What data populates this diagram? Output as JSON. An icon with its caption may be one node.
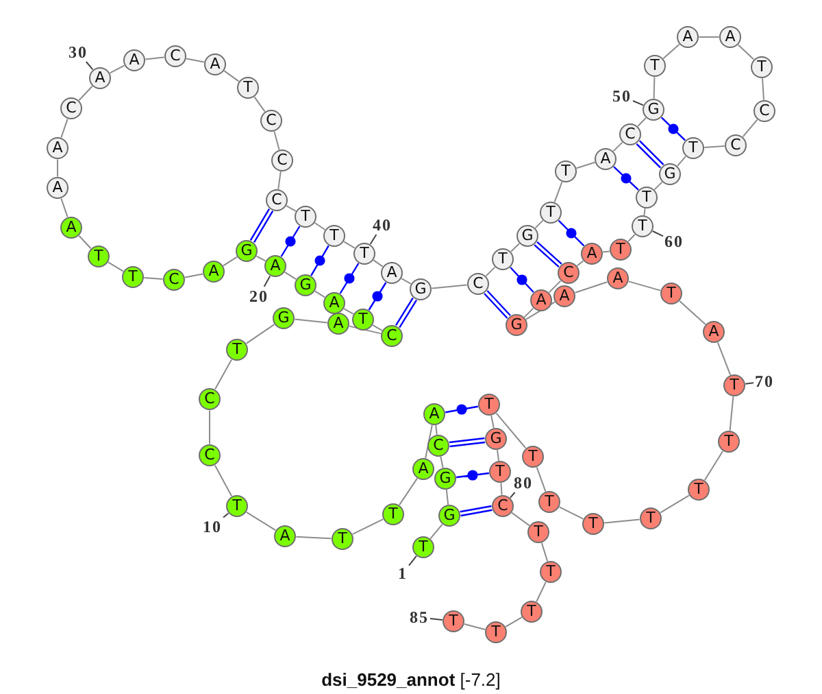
{
  "diagram": {
    "caption": "**dsi_9529_annot** [-7.2]",
    "nodes": [
      {
        "text": [
          "T"
        ]
      },
      {
        "text": [
          "G"
        ]
      },
      {
        "text": [
          "G"
        ]
      },
      {
        "text": [
          "C"
        ]
      },
      {
        "text": [
          "A"
        ]
      },
      {
        "text": [
          "A"
        ]
      },
      {
        "text": [
          "T"
        ]
      },
      {
        "text": [
          "T"
        ]
      },
      {
        "text": [
          "A"
        ]
      },
      {
        "text": [
          "T"
        ]
      },
      {
        "text": [
          "C"
        ]
      },
      {
        "text": [
          "C"
        ]
      },
      {
        "text": [
          "T"
        ]
      },
      {
        "text": [
          "G"
        ]
      },
      {
        "text": [
          "A"
        ]
      },
      {
        "text": [
          "C"
        ]
      },
      {
        "text": [
          "T"
        ]
      },
      {
        "text": [
          "A"
        ]
      },
      {
        "text": [
          "G"
        ]
      },
      {
        "text": [
          "A"
        ]
      },
      {
        "text": [
          "G"
        ]
      },
      {
        "text": [
          "A"
        ]
      },
      {
        "text": [
          "C"
        ]
      },
      {
        "text": [
          "T"
        ]
      },
      {
        "text": [
          "T"
        ]
      },
      {
        "text": [
          "A"
        ]
      },
      {
        "text": [
          "A"
        ]
      },
      {
        "text": [
          "A"
        ]
      },
      {
        "text": [
          "C"
        ]
      },
      {
        "text": [
          "A"
        ]
      },
      {
        "text": [
          "A"
        ]
      },
      {
        "text": [
          "C"
        ]
      },
      {
        "text": [
          "A"
        ]
      },
      {
        "text": [
          "T"
        ]
      },
      {
        "text": [
          "C"
        ]
      },
      {
        "text": [
          "C"
        ]
      },
      {
        "text": [
          "C"
        ]
      },
      {
        "text": [
          "T"
        ]
      },
      {
        "text": [
          "T"
        ]
      },
      {
        "text": [
          "T"
        ]
      },
      {
        "text": [
          "A"
        ]
      },
      {
        "text": [
          "G"
        ]
      },
      {
        "text": [
          "C"
        ]
      },
      {
        "text": [
          "T"
        ]
      },
      {
        "text": [
          "G"
        ]
      },
      {
        "text": [
          "T"
        ]
      },
      {
        "text": [
          "T"
        ]
      },
      {
        "text": [
          "A"
        ]
      },
      {
        "text": [
          "C"
        ]
      },
      {
        "text": [
          "G"
        ]
      },
      {
        "text": [
          "T"
        ]
      },
      {
        "text": [
          "A"
        ]
      },
      {
        "text": [
          "A"
        ]
      },
      {
        "text": [
          "T"
        ]
      },
      {
        "text": [
          "C"
        ]
      },
      {
        "text": [
          "C"
        ]
      },
      {
        "text": [
          "T"
        ]
      },
      {
        "text": [
          "G"
        ]
      },
      {
        "text": [
          "T"
        ]
      },
      {
        "text": [
          "T"
        ]
      },
      {
        "text": [
          "T"
        ]
      },
      {
        "text": [
          "A"
        ]
      },
      {
        "text": [
          "C"
        ]
      },
      {
        "text": [
          "A"
        ]
      },
      {
        "text": [
          "G"
        ]
      },
      {
        "text": [
          "A"
        ]
      },
      {
        "text": [
          "A"
        ]
      },
      {
        "text": [
          "T"
        ]
      },
      {
        "text": [
          "A"
        ]
      },
      {
        "text": [
          "T"
        ]
      },
      {
        "text": [
          "T"
        ]
      },
      {
        "text": [
          "T"
        ]
      },
      {
        "text": [
          "T"
        ]
      },
      {
        "text": [
          "T"
        ]
      },
      {
        "text": [
          "T"
        ]
      },
      {
        "text": [
          "T"
        ]
      },
      {
        "text": [
          "T"
        ]
      },
      {
        "text": [
          "G"
        ]
      },
      {
        "text": [
          "T"
        ]
      },
      {
        "text": [
          "C"
        ]
      },
      {
        "text": [
          "T"
        ]
      },
      {
        "text": [
          "T"
        ]
      },
      {
        "text": [
          "T"
        ]
      },
      {
        "text": [
          "T"
        ]
      },
      {
        "text": [
          "T"
        ]
      },
      {
        "text": [
          "1"
        ]
      },
      {
        "text": [
          "10"
        ]
      },
      {
        "text": [
          "20"
        ]
      },
      {
        "text": [
          "30"
        ]
      },
      {
        "text": [
          "40"
        ]
      },
      {
        "text": [
          "50"
        ]
      },
      {
        "text": [
          "60"
        ]
      },
      {
        "text": [
          "70"
        ]
      },
      {
        "text": [
          "80"
        ]
      },
      {
        "text": [
          "85"
        ]
      }
    ],
    "edges": [
      {
        "from": 0,
        "to": 1,
        "arrow": "none"
      },
      {
        "from": 1,
        "to": 2,
        "arrow": "none"
      },
      {
        "from": 2,
        "to": 3,
        "arrow": "none"
      },
      {
        "from": 3,
        "to": 4,
        "arrow": "none"
      },
      {
        "from": 4,
        "to": 5,
        "arrow": "none"
      },
      {
        "from": 5,
        "to": 6,
        "arrow": "none"
      },
      {
        "from": 6,
        "to": 7,
        "arrow": "none"
      },
      {
        "from": 7,
        "to": 8,
        "arrow": "none"
      },
      {
        "from": 8,
        "to": 9,
        "arrow": "none"
      },
      {
        "from": 9,
        "to": 10,
        "arrow": "none"
      },
      {
        "from": 10,
        "to": 11,
        "arrow": "none"
      },
      {
        "from": 11,
        "to": 12,
        "arrow": "none"
      },
      {
        "from": 12,
        "to": 13,
        "arrow": "none"
      },
      {
        "from": 13,
        "to": 14,
        "arrow": "none"
      },
      {
        "from": 14,
        "to": 15,
        "arrow": "none"
      },
      {
        "from": 15,
        "to": 16,
        "arrow": "none"
      },
      {
        "from": 16,
        "to": 17,
        "arrow": "none"
      },
      {
        "from": 17,
        "to": 18,
        "arrow": "none"
      },
      {
        "from": 18,
        "to": 19,
        "arrow": "none"
      },
      {
        "from": 19,
        "to": 20,
        "arrow": "none"
      },
      {
        "from": 20,
        "to": 21,
        "arrow": "none"
      },
      {
        "from": 21,
        "to": 22,
        "arrow": "none"
      },
      {
        "from": 22,
        "to": 23,
        "arrow": "none"
      },
      {
        "from": 23,
        "to": 24,
        "arrow": "none"
      },
      {
        "from": 24,
        "to": 25,
        "arrow": "none"
      },
      {
        "from": 25,
        "to": 26,
        "arrow": "none"
      },
      {
        "from": 26,
        "to": 27,
        "arrow": "none"
      },
      {
        "from": 27,
        "to": 28,
        "arrow": "none"
      },
      {
        "from": 28,
        "to": 29,
        "arrow": "none"
      },
      {
        "from": 29,
        "to": 30,
        "arrow": "none"
      },
      {
        "from": 30,
        "to": 31,
        "arrow": "none"
      },
      {
        "from": 31,
        "to": 32,
        "arrow": "none"
      },
      {
        "from": 32,
        "to": 33,
        "arrow": "none"
      },
      {
        "from": 33,
        "to": 34,
        "arrow": "none"
      },
      {
        "from": 34,
        "to": 35,
        "arrow": "none"
      },
      {
        "from": 35,
        "to": 36,
        "arrow": "none"
      },
      {
        "from": 36,
        "to": 37,
        "arrow": "none"
      },
      {
        "from": 37,
        "to": 38,
        "arrow": "none"
      },
      {
        "from": 38,
        "to": 39,
        "arrow": "none"
      },
      {
        "from": 39,
        "to": 40,
        "arrow": "none"
      },
      {
        "from": 40,
        "to": 41,
        "arrow": "none"
      },
      {
        "from": 41,
        "to": 42,
        "arrow": "none"
      },
      {
        "from": 42,
        "to": 43,
        "arrow": "none"
      },
      {
        "from": 43,
        "to": 44,
        "arrow": "none"
      },
      {
        "from": 44,
        "to": 45,
        "arrow": "none"
      },
      {
        "from": 45,
        "to": 46,
        "arrow": "none"
      },
      {
        "from": 46,
        "to": 47,
        "arrow": "none"
      },
      {
        "from": 47,
        "to": 48,
        "arrow": "none"
      },
      {
        "from": 48,
        "to": 49,
        "arrow": "none"
      },
      {
        "from": 49,
        "to": 50,
        "arrow": "none"
      },
      {
        "from": 50,
        "to": 51,
        "arrow": "none"
      },
      {
        "from": 51,
        "to": 52,
        "arrow": "none"
      },
      {
        "from": 52,
        "to": 53,
        "arrow": "none"
      },
      {
        "from": 53,
        "to": 54,
        "arrow": "none"
      },
      {
        "from": 54,
        "to": 55,
        "arrow": "none"
      },
      {
        "from": 55,
        "to": 56,
        "arrow": "none"
      },
      {
        "from": 56,
        "to": 57,
        "arrow": "none"
      },
      {
        "from": 57,
        "to": 58,
        "arrow": "none"
      },
      {
        "from": 58,
        "to": 59,
        "arrow": "none"
      },
      {
        "from": 59,
        "to": 60,
        "arrow": "none"
      },
      {
        "from": 60,
        "to": 61,
        "arrow": "none"
      },
      {
        "from": 61,
        "to": 62,
        "arrow": "none"
      },
      {
        "from": 62,
        "to": 63,
        "arrow": "none"
      },
      {
        "from": 63,
        "to": 64,
        "arrow": "none"
      },
      {
        "from": 64,
        "to": 65,
        "arrow": "none"
      },
      {
        "from": 65,
        "to": 66,
        "arrow": "none"
      },
      {
        "from": 66,
        "to": 67,
        "arrow": "none"
      },
      {
        "from": 67,
        "to": 68,
        "arrow": "none"
      },
      {
        "from": 68,
        "to": 69,
        "arrow": "none"
      },
      {
        "from": 69,
        "to": 70,
        "arrow": "none"
      },
      {
        "from": 70,
        "to": 71,
        "arrow": "none"
      },
      {
        "from": 71,
        "to": 72,
        "arrow": "none"
      },
      {
        "from": 72,
        "to": 73,
        "arrow": "none"
      },
      {
        "from": 73,
        "to": 74,
        "arrow": "none"
      },
      {
        "from": 74,
        "to": 75,
        "arrow": "none"
      },
      {
        "from": 75,
        "to": 76,
        "arrow": "none"
      },
      {
        "from": 76,
        "to": 77,
        "arrow": "none"
      },
      {
        "from": 77,
        "to": 78,
        "arrow": "none"
      },
      {
        "from": 78,
        "to": 79,
        "arrow": "none"
      },
      {
        "from": 79,
        "to": 80,
        "arrow": "none"
      },
      {
        "from": 80,
        "to": 81,
        "arrow": "none"
      },
      {
        "from": 81,
        "to": 82,
        "arrow": "none"
      },
      {
        "from": 82,
        "to": 83,
        "arrow": "none"
      },
      {
        "from": 83,
        "to": 84,
        "arrow": "none"
      },
      {
        "from": 1,
        "to": 79,
        "arrow": "none",
        "color": "#0000ff"
      },
      {
        "from": 2,
        "to": 78,
        "arrow": "none",
        "color": "#0000ff"
      },
      {
        "from": 3,
        "to": 77,
        "arrow": "none",
        "color": "#0000ff"
      },
      {
        "from": 4,
        "to": 76,
        "arrow": "none",
        "color": "#0000ff"
      },
      {
        "from": 15,
        "to": 41,
        "arrow": "none",
        "color": "#0000ff"
      },
      {
        "from": 16,
        "to": 40,
        "arrow": "none",
        "color": "#0000ff"
      },
      {
        "from": 17,
        "to": 39,
        "arrow": "none",
        "color": "#0000ff"
      },
      {
        "from": 18,
        "to": 38,
        "arrow": "none",
        "color": "#0000ff"
      },
      {
        "from": 19,
        "to": 37,
        "arrow": "none",
        "color": "#0000ff"
      },
      {
        "from": 20,
        "to": 36,
        "arrow": "none",
        "color": "#0000ff"
      },
      {
        "from": 42,
        "to": 64,
        "arrow": "none",
        "color": "#0000ff"
      },
      {
        "from": 43,
        "to": 63,
        "arrow": "none",
        "color": "#0000ff"
      },
      {
        "from": 44,
        "to": 62,
        "arrow": "none",
        "color": "#0000ff"
      },
      {
        "from": 45,
        "to": 61,
        "arrow": "none",
        "color": "#0000ff"
      },
      {
        "from": 47,
        "to": 58,
        "arrow": "none",
        "color": "#0000ff"
      },
      {
        "from": 48,
        "to": 57,
        "arrow": "none",
        "color": "#0000ff"
      },
      {
        "from": 49,
        "to": 56,
        "arrow": "none",
        "color": "#0000ff"
      },
      {
        "from": 85,
        "to": 0,
        "arrow": "none",
        "color": "#444444"
      },
      {
        "from": 86,
        "to": 9,
        "arrow": "none",
        "color": "#444444"
      },
      {
        "from": 87,
        "to": 19,
        "arrow": "none",
        "color": "#444444"
      },
      {
        "from": 88,
        "to": 29,
        "arrow": "none",
        "color": "#444444"
      },
      {
        "from": 89,
        "to": 39,
        "arrow": "none",
        "color": "#444444"
      },
      {
        "from": 90,
        "to": 49,
        "arrow": "none",
        "color": "#444444"
      },
      {
        "from": 91,
        "to": 59,
        "arrow": "none",
        "color": "#444444"
      },
      {
        "from": 92,
        "to": 69,
        "arrow": "none",
        "color": "#444444"
      },
      {
        "from": 93,
        "to": 79,
        "arrow": "none",
        "color": "#444444"
      },
      {
        "from": 94,
        "to": 84,
        "arrow": "none",
        "color": "#444444"
      }
    ]
  }
}
